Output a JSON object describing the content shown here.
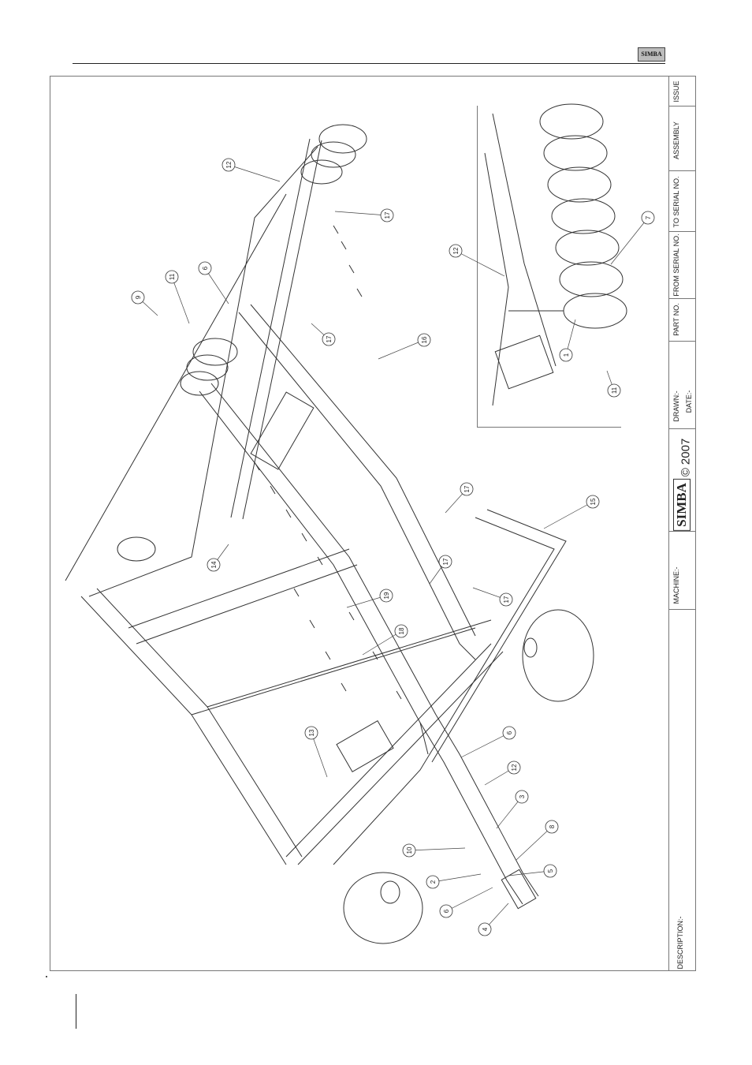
{
  "header": {
    "logo_text": "SIMBA"
  },
  "title_block": {
    "issue_label": "ISSUE",
    "assembly_label": "ASSEMBLY",
    "to_serial_label": "TO SERIAL NO.",
    "from_serial_label": "FROM SERIAL NO.",
    "part_no_label": "PART NO.",
    "drawn_label": "DRAWN:-",
    "date_label": "DATE:-",
    "brand": "SIMBA",
    "copyright": "© 2007",
    "machine_label": "MACHINE:-",
    "description_label": "DESCRIPTION:-"
  },
  "callouts": {
    "main": [
      {
        "n": "12"
      },
      {
        "n": "17"
      },
      {
        "n": "11"
      },
      {
        "n": "6"
      },
      {
        "n": "9"
      },
      {
        "n": "17"
      },
      {
        "n": "16"
      },
      {
        "n": "14"
      },
      {
        "n": "17"
      },
      {
        "n": "15"
      },
      {
        "n": "17"
      },
      {
        "n": "19"
      },
      {
        "n": "17"
      },
      {
        "n": "18"
      },
      {
        "n": "13"
      },
      {
        "n": "6"
      },
      {
        "n": "12"
      },
      {
        "n": "3"
      },
      {
        "n": "8"
      },
      {
        "n": "10"
      },
      {
        "n": "5"
      },
      {
        "n": "2"
      },
      {
        "n": "6"
      },
      {
        "n": "4"
      }
    ],
    "inset": [
      {
        "n": "12"
      },
      {
        "n": "7"
      },
      {
        "n": "1"
      },
      {
        "n": "11"
      }
    ]
  }
}
